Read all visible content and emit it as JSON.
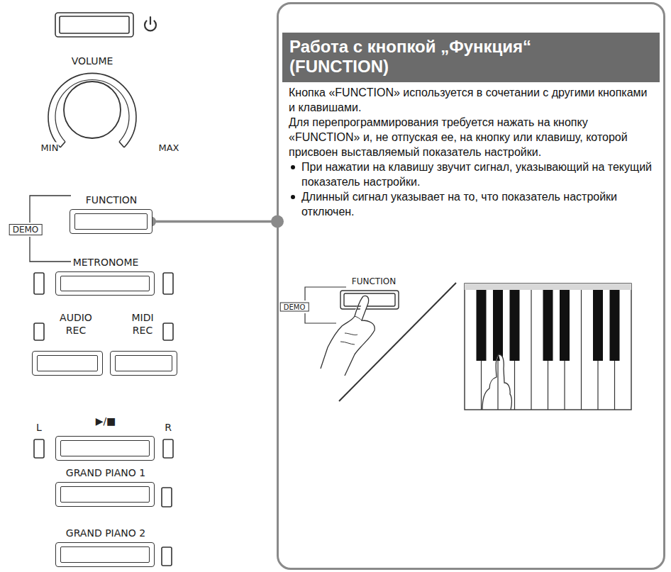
{
  "diagram": {
    "title": "Работа с кнопкой „Функция“ (FUNCTION)",
    "nodes": [
      {
        "text": [
          "FUNCTION"
        ]
      },
      {
        "text": [
          "METRONOME"
        ]
      },
      {
        "text": [
          "AUDIO REC"
        ]
      },
      {
        "text": [
          "MIDI REC"
        ]
      },
      {
        "text": [
          "▶/■"
        ]
      },
      {
        "text": [
          "GRAND PIANO 1"
        ]
      },
      {
        "text": [
          "GRAND PIANO 2"
        ]
      },
      {
        "text": [
          "Кнопка «FUNCTION» используется в сочетании с другими кнопками и клавишами.",
          "Для перепрограммирования требуется нажать на кнопку «FUNCTION» и, не отпуская ее, на кнопку или клавишу, которой присвоен выставляемый показатель настройки.",
          "При нажатии на клавишу звучит сигнал, указывающий на текущий показатель настройки.",
          "Длинный сигнал указывает на то, что показатель настройки отключен."
        ]
      }
    ],
    "edges": [
      {
        "from": 0,
        "to": 7,
        "arrow": "none"
      }
    ],
    "labels": [
      "VOLUME",
      "MIN",
      "MAX",
      "DEMO",
      "L",
      "R",
      "FUNCTION",
      "DEMO"
    ]
  }
}
